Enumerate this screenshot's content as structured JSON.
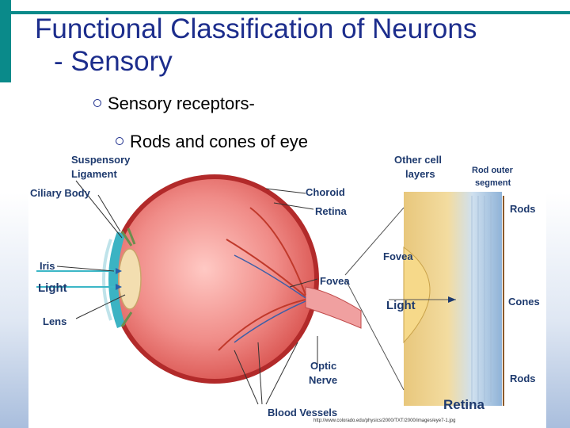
{
  "slide": {
    "title_line1": "Functional Classification of Neurons",
    "title_line2": "- Sensory",
    "bullet1": "Sensory receptors-",
    "bullet2": "Rods and cones of eye"
  },
  "figure": {
    "labels": {
      "suspensory": "Suspensory",
      "ligament": "Ligament",
      "ciliary_body": "Ciliary Body",
      "iris": "Iris",
      "light_left": "Light",
      "lens": "Lens",
      "choroid": "Choroid",
      "retina": "Retina",
      "fovea": "Fovea",
      "optic": "Optic",
      "nerve": "Nerve",
      "blood_vessels": "Blood Vessels",
      "other_cell": "Other cell",
      "layers": "layers",
      "rod_outer": "Rod outer",
      "segment": "segment",
      "rods_top": "Rods",
      "fovea_right": "Fovea",
      "light_right": "Light",
      "cones": "Cones",
      "rods_bottom": "Rods",
      "retina_bottom": "Retina"
    },
    "source_url": "http://www.colorado.edu/physics/2000/TXT/2000/images/eye7-1.jpg"
  }
}
